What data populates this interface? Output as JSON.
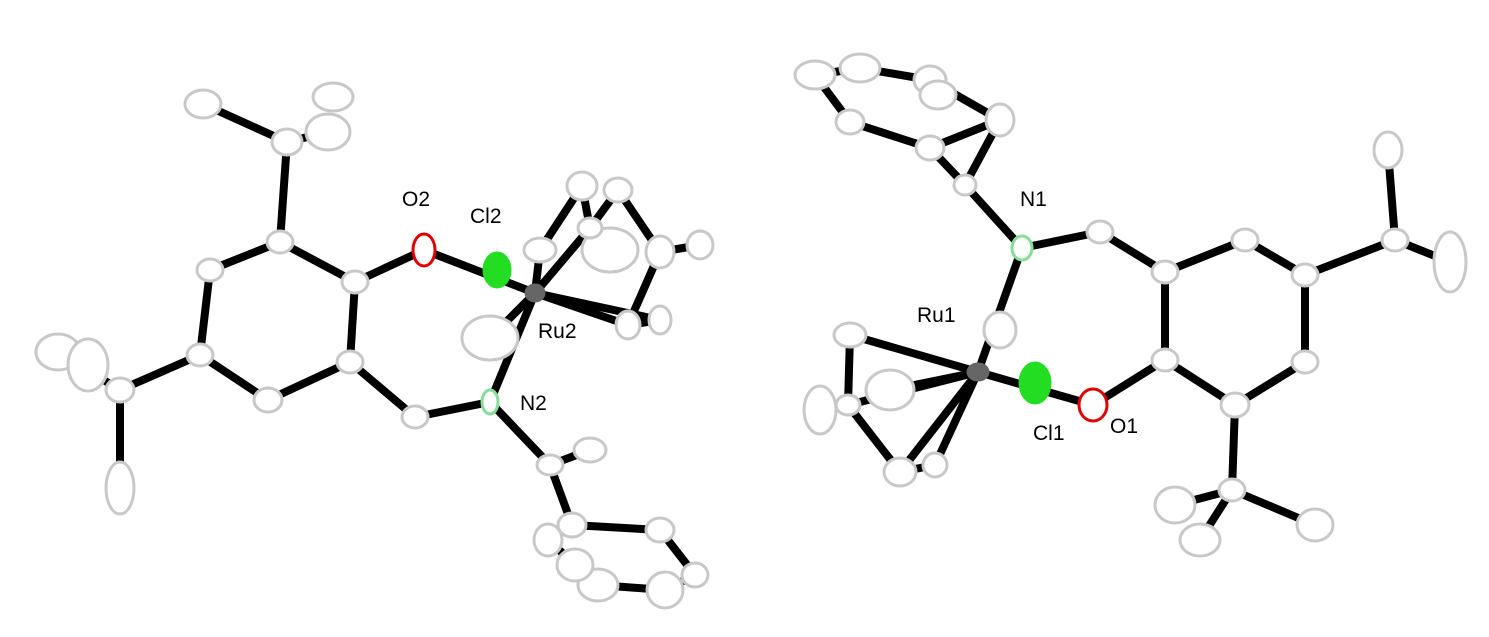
{
  "colors": {
    "carbon": "#c8c8c8",
    "bond": "#000000",
    "oxygen": "#e00000",
    "chlorine": "#22dd22",
    "nitrogen": "#88dd99",
    "ruthenium": "#666666"
  },
  "labels": {
    "o2": "O2",
    "cl2": "Cl2",
    "ru2": "Ru2",
    "n2": "N2",
    "n1": "N1",
    "ru1": "Ru1",
    "cl1": "Cl1",
    "o1": "O1"
  }
}
